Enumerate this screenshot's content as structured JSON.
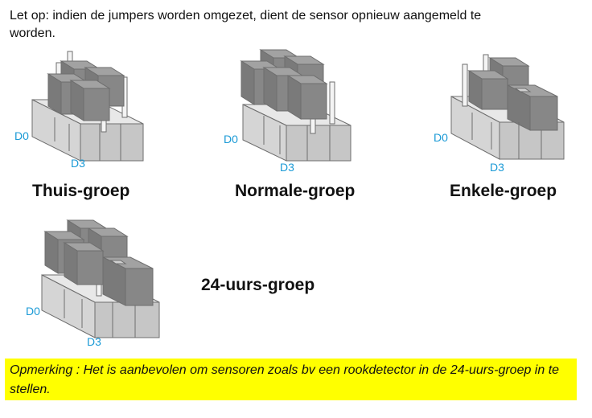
{
  "intro_text": "Let op: indien de jumpers worden omgezet, dient de sensor opnieuw aangemeld te worden.",
  "pin_label_start": "D0",
  "pin_label_end": "D3",
  "pin_label_color": "#1a9ad6",
  "groups": [
    {
      "label": "Thuis-groep"
    },
    {
      "label": "Normale-groep"
    },
    {
      "label": "Enkele-groep"
    },
    {
      "label": "24-uurs-groep"
    }
  ],
  "note_text": "Opmerking : Het is aanbevolen om sensoren zoals bv een rookdetector in de 24-uurs-groep in te stellen.",
  "note_background": "#ffff00"
}
